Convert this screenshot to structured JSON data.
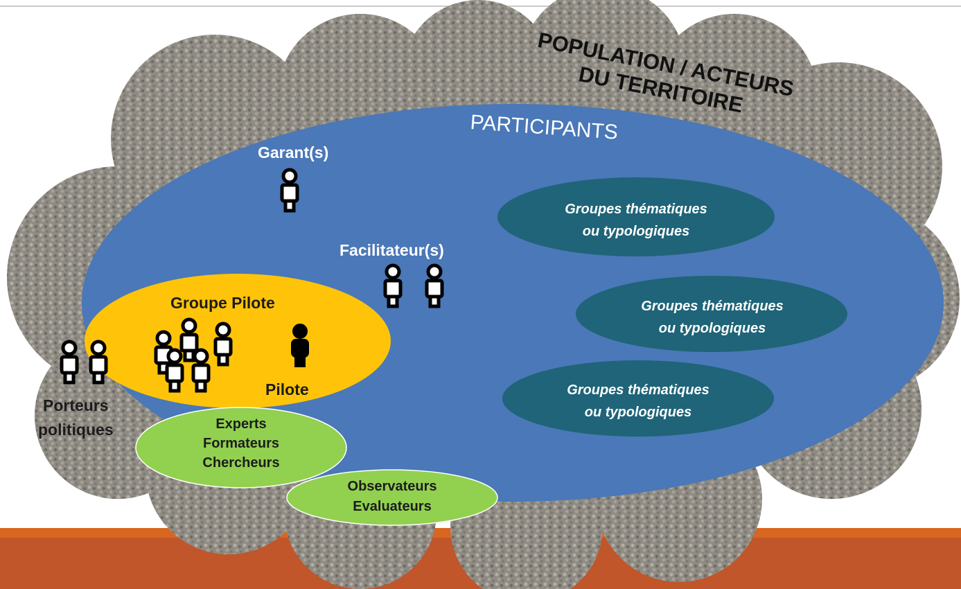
{
  "population_title": [
    "POPULATION / ACTEURS",
    "DU TERRITOIRE"
  ],
  "participants_title": "PARTICIPANTS",
  "garants_label": "Garant(s)",
  "facilitateurs_label": "Facilitateur(s)",
  "groupe_pilote_label": "Groupe Pilote",
  "pilote_label": "Pilote",
  "porteurs_label": [
    "Porteurs",
    "politiques"
  ],
  "experts_label": [
    "Experts",
    "Formateurs",
    "Chercheurs"
  ],
  "observateurs_label": [
    "Observateurs",
    "Evaluateurs"
  ],
  "groupes": [
    [
      "Groupes thématiques",
      "ou typologiques"
    ],
    [
      "Groupes thématiques",
      "ou typologiques"
    ],
    [
      "Groupes thématiques",
      "ou typologiques"
    ]
  ],
  "colors": {
    "crowd_cloud": "#8d8a82",
    "participants": "#4a78b8",
    "groupe_pilote": "#ffc40a",
    "groupes": "#1f6478",
    "experts": "#92d050",
    "band": "#c0562a",
    "band_top": "#d9661e"
  }
}
